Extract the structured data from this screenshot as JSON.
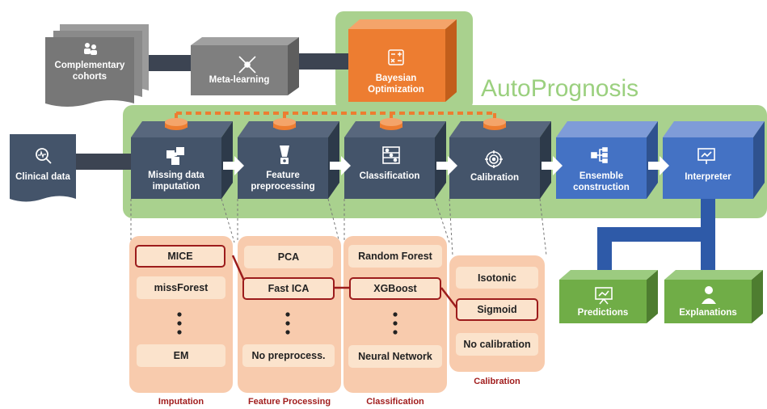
{
  "brand": "AutoPrognosis",
  "inputs": {
    "cohorts": "Complementary cohorts",
    "meta_learning": "Meta-learning",
    "bayesian": "Bayesian Optimization",
    "clinical_data": "Clinical data"
  },
  "pipeline": {
    "missing": "Missing data imputation",
    "feature": "Feature preprocessing",
    "classification": "Classification",
    "calibration": "Calibration",
    "ensemble": "Ensemble construction",
    "interpreter": "Interpreter"
  },
  "outputs": {
    "predictions": "Predictions",
    "explanations": "Explanations"
  },
  "options": {
    "imputation": [
      "MICE",
      "missForest",
      "EM"
    ],
    "feature": [
      "PCA",
      "Fast ICA",
      "No preprocess."
    ],
    "classification": [
      "Random Forest",
      "XGBoost",
      "Neural Network"
    ],
    "calibration": [
      "Isotonic",
      "Sigmoid",
      "No calibration"
    ]
  },
  "captions": {
    "imputation": "Imputation",
    "feature": "Feature Processing",
    "classification": "Classification",
    "calibration": "Calibration"
  },
  "colors": {
    "green_bg": "#a9d18e",
    "dark_box": "#44546a",
    "blue_box": "#4472c4",
    "orange_box": "#ed7d31",
    "gray_box": "#7f7f7f",
    "output_green": "#70ad47",
    "panel": "#f8cbad",
    "selected_border": "#9c1c1c",
    "caption": "#a11d1d"
  }
}
